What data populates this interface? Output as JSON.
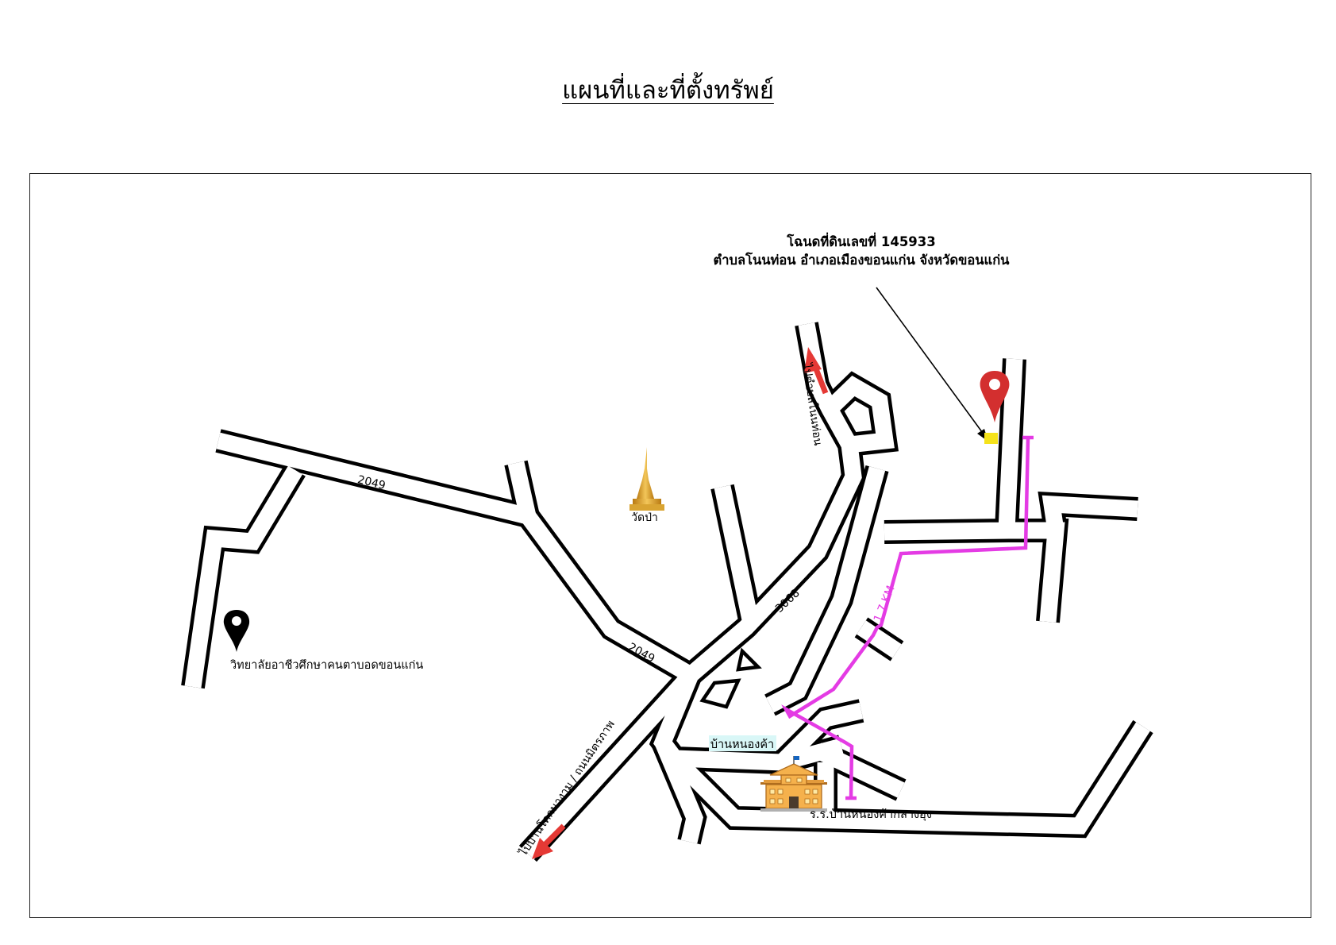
{
  "title": "แผนที่และที่ตั้งทรัพย์",
  "deed": {
    "line1": "โฉนดที่ดินเลขที่  145933",
    "line2": "ตำบลโนนท่อน  อำเภอเมืองขอนแก่น  จังหวัดขอนแก่น"
  },
  "roads": {
    "r2049_west": "2049",
    "r2049_south": "2049",
    "r3068": "3068"
  },
  "directions": {
    "to_non_thon": "ไปตำบลโนนท่อน",
    "to_ban_khok": "ไปบ้านโคกนางาม / ถนนมิตรภาพ"
  },
  "distance": "1.7 KM",
  "landmarks": {
    "temple": "วัดป่า",
    "college": "วิทยาลัยอาชีวศึกษาคนตาบอดขอนแก่น",
    "village": "บ้านหนองค้า",
    "school": "ร.ร.บ้านหนองค้ากลางฮุง"
  },
  "colors": {
    "route": "#e43be4",
    "arrow": "#e53935",
    "pin": "#d32f2f",
    "parcel": "#f5e21b",
    "village_label_bg": "#d9f7f7",
    "road_outline": "#000000",
    "road_fill": "#ffffff"
  },
  "icons": {
    "property_pin": "map-pin-icon",
    "college_pin": "map-pin-icon",
    "temple": "temple-pagoda-icon",
    "school": "school-building-icon"
  }
}
